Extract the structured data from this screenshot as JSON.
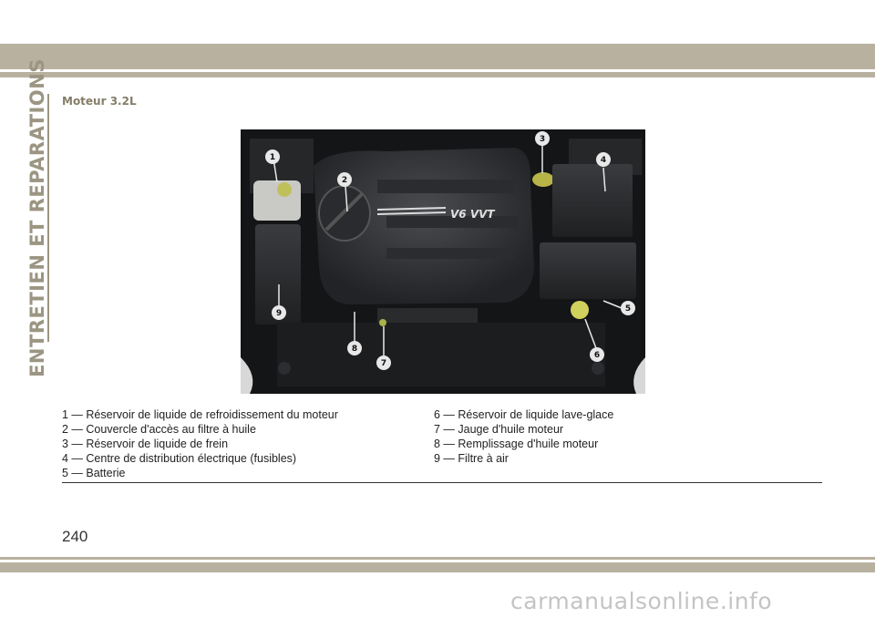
{
  "side_title": "ENTRETIEN ET REPARATIONS",
  "section_title": "Moteur 3.2L",
  "photo": {
    "engine_badge": "V6 VVT",
    "callouts": [
      "1",
      "2",
      "3",
      "4",
      "5",
      "6",
      "7",
      "8",
      "9"
    ]
  },
  "captions_left": [
    "1 — Réservoir de liquide de refroidissement du moteur",
    "2 — Couvercle d'accès au filtre à huile",
    "3 — Réservoir de liquide de frein",
    "4 — Centre de distribution électrique (fusibles)",
    "5 — Batterie"
  ],
  "captions_right": [
    "6 — Réservoir de liquide lave-glace",
    "7 — Jauge d'huile moteur",
    "8 — Remplissage d'huile moteur",
    "9 — Filtre à air"
  ],
  "page_number": "240",
  "watermark": "carmanualsonline.info",
  "colors": {
    "band": "#b9b19f",
    "side_title": "#9b9582",
    "section_title": "#857d68",
    "callout": "#e8e8e8"
  }
}
